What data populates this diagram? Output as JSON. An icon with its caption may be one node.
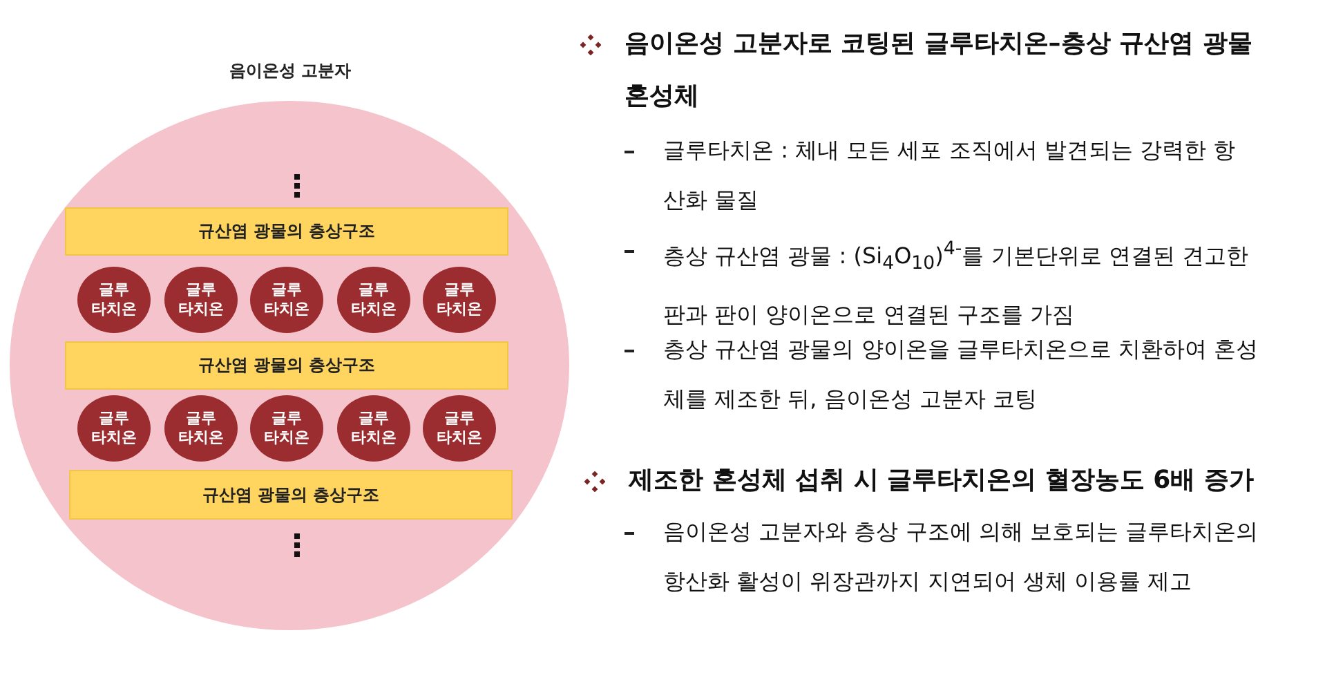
{
  "diagram": {
    "nodes": [
      {
        "text": [
          "음이온성 고분자"
        ]
      },
      {
        "text": [
          "규산염 광물의 층상구조"
        ],
        "in": 0
      },
      {
        "text": [
          "글루 타치온"
        ],
        "in": 0
      },
      {
        "text": [
          "글루 타치온"
        ],
        "in": 0
      },
      {
        "text": [
          "글루 타치온"
        ],
        "in": 0
      },
      {
        "text": [
          "글루 타치온"
        ],
        "in": 0
      },
      {
        "text": [
          "글루 타치온"
        ],
        "in": 0
      },
      {
        "text": [
          "규산염 광물의 층상구조"
        ],
        "in": 0
      },
      {
        "text": [
          "글루 타치온"
        ],
        "in": 0
      },
      {
        "text": [
          "글루 타치온"
        ],
        "in": 0
      },
      {
        "text": [
          "글루 타치온"
        ],
        "in": 0
      },
      {
        "text": [
          "글루 타치온"
        ],
        "in": 0
      },
      {
        "text": [
          "글루 타치온"
        ],
        "in": 0
      },
      {
        "text": [
          "규산염 광물의 층상구조"
        ],
        "in": 0
      }
    ],
    "labels": [
      "음이온성 고분자로 코팅된 글루타치온–층상 규산염 광물 혼성체",
      "글루타치온 : 체내 모든 세포 조직에서 발견되는 강력한 항산화 물질",
      "층상 규산염 광물 : (Si$_{4}$O$_{10}$)$^{4-}$를 기본단위로 연결된 견고한 판과 판이 양이온으로 연결된 구조를 가짐",
      "층상 규산염 광물의 양이온을 글루타치온으로 치환하여 혼성체를 제조한 뒤, 음이온성 고분자 코팅",
      "제조한 혼성체 섭취 시 글루타치온의 혈장농도 6배 증가",
      "음이온성 고분자와 층상 구조에 의해 보호되는 글루타치온의 항산화 활성이 위장관까지 지연되어 생체 이용률 제고"
    ]
  }
}
